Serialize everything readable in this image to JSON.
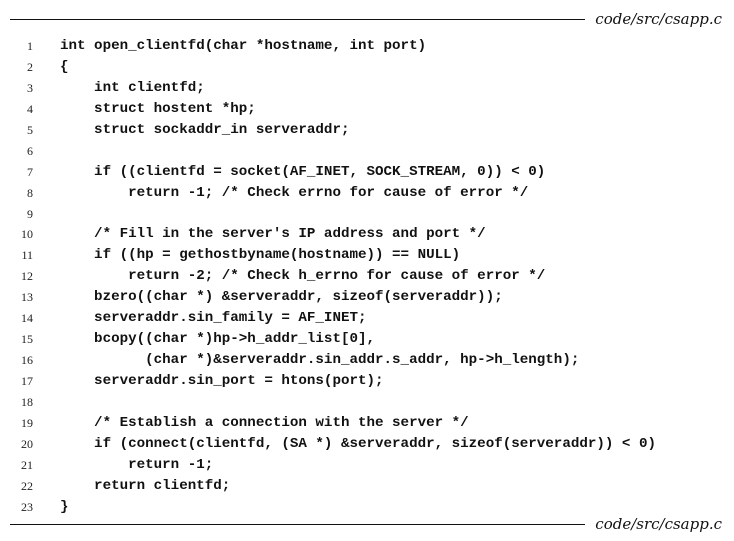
{
  "header": {
    "file_label": "code/src/csapp.c"
  },
  "footer": {
    "file_label": "code/src/csapp.c"
  },
  "code_lines": [
    {
      "number": "1",
      "text": "int open_clientfd(char *hostname, int port)"
    },
    {
      "number": "2",
      "text": "{"
    },
    {
      "number": "3",
      "text": "    int clientfd;"
    },
    {
      "number": "4",
      "text": "    struct hostent *hp;"
    },
    {
      "number": "5",
      "text": "    struct sockaddr_in serveraddr;"
    },
    {
      "number": "6",
      "text": ""
    },
    {
      "number": "7",
      "text": "    if ((clientfd = socket(AF_INET, SOCK_STREAM, 0)) < 0)"
    },
    {
      "number": "8",
      "text": "        return -1; /* Check errno for cause of error */"
    },
    {
      "number": "9",
      "text": ""
    },
    {
      "number": "10",
      "text": "    /* Fill in the server's IP address and port */"
    },
    {
      "number": "11",
      "text": "    if ((hp = gethostbyname(hostname)) == NULL)"
    },
    {
      "number": "12",
      "text": "        return -2; /* Check h_errno for cause of error */"
    },
    {
      "number": "13",
      "text": "    bzero((char *) &serveraddr, sizeof(serveraddr));"
    },
    {
      "number": "14",
      "text": "    serveraddr.sin_family = AF_INET;"
    },
    {
      "number": "15",
      "text": "    bcopy((char *)hp->h_addr_list[0],"
    },
    {
      "number": "16",
      "text": "          (char *)&serveraddr.sin_addr.s_addr, hp->h_length);"
    },
    {
      "number": "17",
      "text": "    serveraddr.sin_port = htons(port);"
    },
    {
      "number": "18",
      "text": ""
    },
    {
      "number": "19",
      "text": "    /* Establish a connection with the server */"
    },
    {
      "number": "20",
      "text": "    if (connect(clientfd, (SA *) &serveraddr, sizeof(serveraddr)) < 0)"
    },
    {
      "number": "21",
      "text": "        return -1;"
    },
    {
      "number": "22",
      "text": "    return clientfd;"
    },
    {
      "number": "23",
      "text": "}"
    }
  ]
}
